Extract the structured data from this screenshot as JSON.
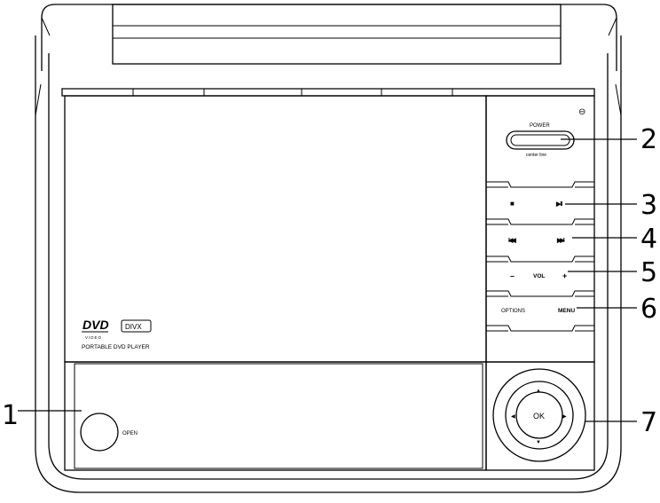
{
  "device": {
    "branding": {
      "dvd_logo": "DVD",
      "dvd_logo_sub": "VIDEO",
      "divx_logo": "DIVX",
      "product_name": "PORTABLE DVD PLAYER"
    },
    "buttons": {
      "power": "POWER",
      "power_caption": "center line",
      "stop_symbol": "■",
      "play_pause_symbol": "▶II",
      "prev_symbol": "I◀◀",
      "next_symbol": "▶▶I",
      "vol_minus": "–",
      "vol_label": "VOL",
      "vol_plus": "+",
      "options": "OPTIONS",
      "menu": "MENU",
      "ok": "OK",
      "up_arrow": "▲",
      "down_arrow": "▼",
      "left_arrow": "◀",
      "right_arrow": "▶",
      "open": "OPEN",
      "power_indicator_symbol": "⊖"
    }
  },
  "callouts": [
    "1",
    "2",
    "3",
    "4",
    "5",
    "6",
    "7"
  ]
}
